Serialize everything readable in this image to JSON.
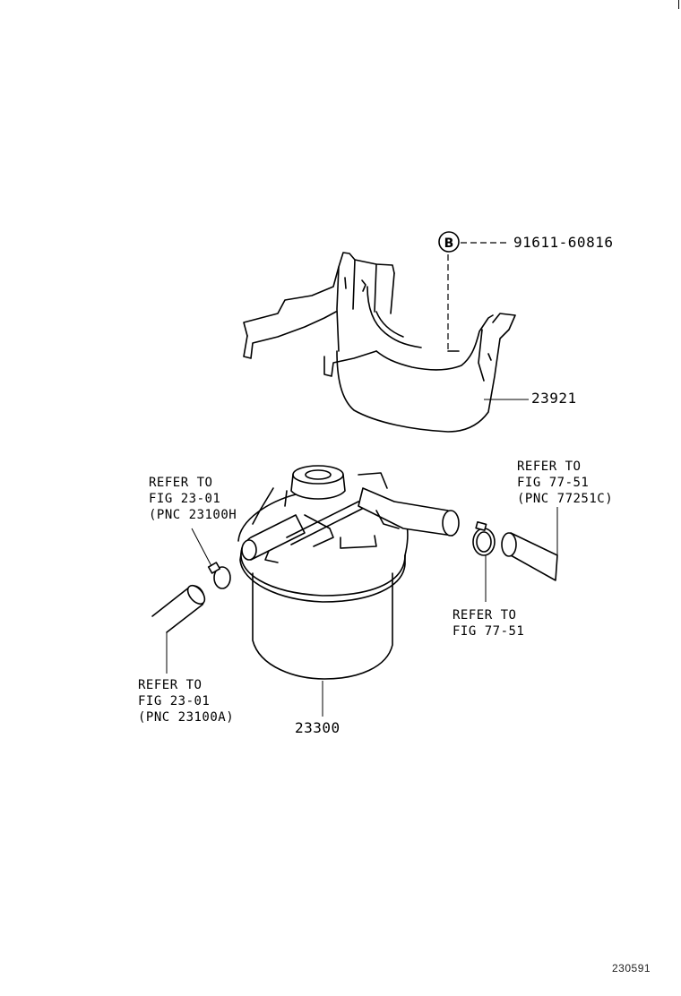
{
  "parts": {
    "bolt": "91611-60816",
    "bracket": "23921",
    "filter": "23300"
  },
  "refs": {
    "left_top": [
      "REFER TO",
      "FIG 23-01",
      "(PNC 23100H"
    ],
    "right_top": [
      "REFER TO",
      "FIG 77-51",
      "(PNC 77251C)"
    ],
    "right_mid": [
      "REFER TO",
      "FIG 77-51"
    ],
    "left_bottom": [
      "REFER TO",
      "FIG 23-01",
      "(PNC 23100A)"
    ]
  },
  "icons": {
    "bolt_marker": "B"
  },
  "footer": {
    "reference_code": "230591"
  }
}
